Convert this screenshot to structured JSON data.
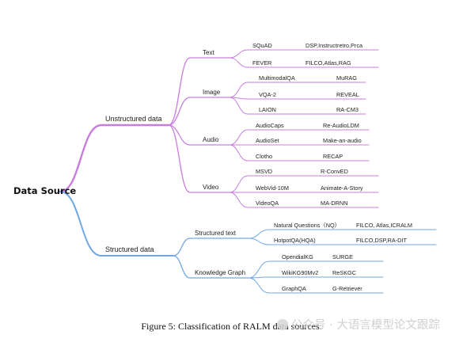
{
  "root_label": "Data Source",
  "caption": "Figure 5: Classification of RALM data sources.",
  "watermark": "公众号 · 大语言模型论文跟踪",
  "colors": {
    "unstructured": "#c77dde",
    "structured": "#6fa7e6",
    "text": "#222222"
  },
  "branches": [
    {
      "label": "Unstructured data",
      "groups": [
        {
          "label": "Text",
          "items": [
            {
              "dataset": "SQuAD",
              "methods": "DSP,Instructretro,Prca"
            },
            {
              "dataset": "FEVER",
              "methods": "FILCO,Atlas,RAG"
            }
          ]
        },
        {
          "label": "Image",
          "items": [
            {
              "dataset": "MultimodalQA",
              "methods": "MuRAG"
            },
            {
              "dataset": "VQA-2",
              "methods": "REVEAL"
            },
            {
              "dataset": "LAION",
              "methods": "RA-CM3"
            }
          ]
        },
        {
          "label": "Audio",
          "items": [
            {
              "dataset": "AudioCaps",
              "methods": "Re-AudioLDM"
            },
            {
              "dataset": "AudioSet",
              "methods": "Make-an-audio"
            },
            {
              "dataset": "Clotho",
              "methods": "RECAP"
            }
          ]
        },
        {
          "label": "Video",
          "items": [
            {
              "dataset": "MSVD",
              "methods": "R-ConvED"
            },
            {
              "dataset": "WebVid-10M",
              "methods": "Animate-A-Story"
            },
            {
              "dataset": "VideoQA",
              "methods": "MA-DRNN"
            }
          ]
        }
      ]
    },
    {
      "label": "Structured data",
      "groups": [
        {
          "label": "Structured text",
          "items": [
            {
              "dataset": "Natural Questions（NQ）",
              "methods": "FILCO, Atlas,ICRALM"
            },
            {
              "dataset": "HotpotQA(HQA)",
              "methods": "FILCO,DSP,RA-DIT"
            }
          ]
        },
        {
          "label": "Knowledge Graph",
          "items": [
            {
              "dataset": "OpendialKG",
              "methods": "SURGE"
            },
            {
              "dataset": "WikiKG90Mv2",
              "methods": "ReSKGC"
            },
            {
              "dataset": "GraphQA",
              "methods": "G-Retriever"
            }
          ]
        }
      ]
    }
  ]
}
